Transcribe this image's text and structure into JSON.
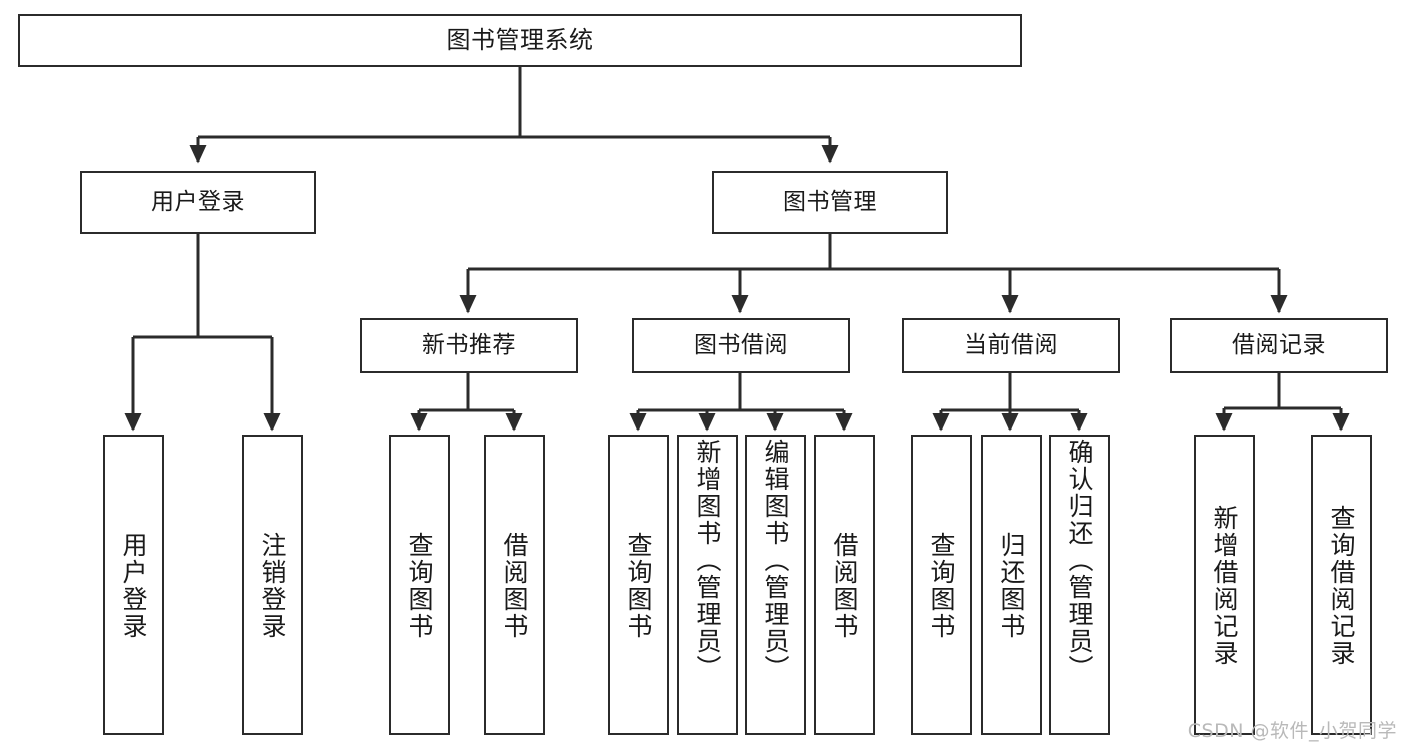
{
  "diagram": {
    "title": "图书管理系统",
    "type": "tree",
    "stroke_color": "#2b2b2b",
    "text_color": "#1a1a1a",
    "background_color": "#ffffff",
    "watermark": "CSDN @软件_小贺同学",
    "watermark_color": "#b9b9b9"
  },
  "nodes": {
    "root": {
      "label": "图书管理系统"
    },
    "level2": [
      {
        "label": "用户登录"
      },
      {
        "label": "图书管理"
      }
    ],
    "level3": [
      {
        "label": "新书推荐"
      },
      {
        "label": "图书借阅"
      },
      {
        "label": "当前借阅"
      },
      {
        "label": "借阅记录"
      }
    ],
    "leaves": {
      "user_login": [
        {
          "label": "用户登录"
        },
        {
          "label": "注销登录"
        }
      ],
      "new_book": [
        {
          "label": "查询图书"
        },
        {
          "label": "借阅图书"
        }
      ],
      "book_borrow": [
        {
          "label": "查询图书"
        },
        {
          "label": "新增图书（管理员）"
        },
        {
          "label": "编辑图书（管理员）"
        },
        {
          "label": "借阅图书"
        }
      ],
      "current_borrow": [
        {
          "label": "查询图书"
        },
        {
          "label": "归还图书"
        },
        {
          "label": "确认归还（管理员）"
        }
      ],
      "borrow_record": [
        {
          "label": "新增借阅记录"
        },
        {
          "label": "查询借阅记录"
        }
      ]
    }
  }
}
